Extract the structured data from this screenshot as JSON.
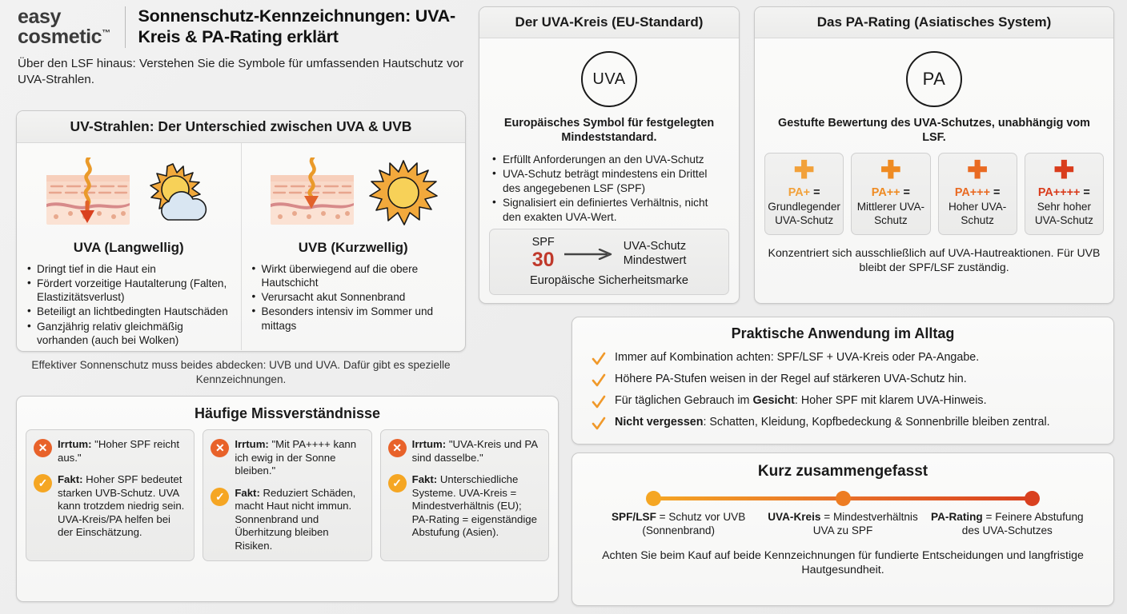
{
  "header": {
    "logo_line1": "easy",
    "logo_line2": "cosmetic",
    "logo_tm": "™",
    "title": "Sonnenschutz-Kennzeichnungen: UVA-Kreis & PA-Rating erklärt",
    "subtitle": "Über den LSF hinaus: Verstehen Sie die Symbole für umfassenden Hautschutz vor UVA-Strahlen."
  },
  "uv_panel": {
    "heading": "UV-Strahlen: Der Unterschied zwischen UVA & UVB",
    "columns": [
      {
        "name": "UVA (Langwellig)",
        "icons": [
          "skin-deep-penetration-icon",
          "sun-behind-cloud-icon"
        ],
        "bullets": [
          "Dringt tief in die Haut ein",
          "Fördert vorzeitige Hautalterung (Falten, Elastizitätsverlust)",
          "Beteiligt an lichtbedingten Hautschäden",
          "Ganzjährig relativ gleichmäßig vorhanden (auch bei Wolken)"
        ]
      },
      {
        "name": "UVB (Kurzwellig)",
        "icons": [
          "skin-surface-penetration-icon",
          "sun-icon"
        ],
        "bullets": [
          "Wirkt überwiegend auf die obere Hautschicht",
          "Verursacht akut Sonnenbrand",
          "Besonders intensiv im Sommer und mittags"
        ]
      }
    ],
    "note": "Effektiver Sonnenschutz muss beides abdecken: UVB und UVA. Dafür gibt es spezielle Kennzeichnungen."
  },
  "uva_kreis": {
    "heading": "Der UVA-Kreis (EU-Standard)",
    "symbol_text": "UVA",
    "subtitle": "Europäisches Symbol für festgelegten Mindeststandard.",
    "bullets": [
      "Erfüllt Anforderungen an den UVA-Schutz",
      "UVA-Schutz beträgt mindestens ein Drittel des angegebenen LSF (SPF)",
      "Signalisiert ein definiertes Verhältnis, nicht den exakten UVA-Wert."
    ],
    "spf_label": "SPF",
    "spf_value": "30",
    "arrow_target_line1": "UVA-Schutz",
    "arrow_target_line2": "Mindestwert",
    "footer": "Europäische Sicherheitsmarke"
  },
  "pa_rating": {
    "heading": "Das PA-Rating (Asiatisches System)",
    "symbol_text": "PA",
    "subtitle": "Gestufte Bewertung des UVA-Schutzes, unabhängig vom LSF.",
    "levels": [
      {
        "plus_icon": "plus-icon",
        "label": "PA+",
        "eq": " =",
        "desc": "Grundlegender UVA-Schutz",
        "color": "#f2a13a"
      },
      {
        "plus_icon": "plus-icon",
        "label": "PA++",
        "eq": " =",
        "desc": "Mittlerer UVA-Schutz",
        "color": "#ef8b22"
      },
      {
        "plus_icon": "plus-icon",
        "label": "PA+++",
        "eq": " =",
        "desc": "Hoher UVA-Schutz",
        "color": "#e96a22"
      },
      {
        "plus_icon": "plus-icon",
        "label": "PA++++",
        "eq": " =",
        "desc": "Sehr hoher UVA-Schutz",
        "color": "#d93c1c"
      }
    ],
    "footer": "Konzentriert sich ausschließlich auf UVA-Hautreaktionen. Für UVB bleibt der SPF/LSF zuständig."
  },
  "praxis": {
    "heading": "Praktische Anwendung im Alltag",
    "items": [
      {
        "icon": "check-icon",
        "bold": "",
        "text": "Immer auf Kombination achten: SPF/LSF + UVA-Kreis oder PA-Angabe."
      },
      {
        "icon": "check-icon",
        "bold": "",
        "text": "Höhere PA-Stufen weisen in der Regel auf stärkeren UVA-Schutz hin."
      },
      {
        "icon": "check-icon",
        "bold": "Gesicht",
        "text_before": "Für täglichen Gebrauch im ",
        "text_after": ": Hoher SPF mit klarem UVA-Hinweis."
      },
      {
        "icon": "check-icon",
        "bold": "Nicht vergessen",
        "text_before": "",
        "text_after": ": Schatten, Kleidung, Kopfbedeckung & Sonnenbrille bleiben zentral."
      }
    ]
  },
  "kurz": {
    "heading": "Kurz zusammengefasst",
    "nodes": [
      {
        "bold": "SPF/LSF",
        "rest": " = Schutz vor UVB (Sonnenbrand)",
        "color": "#f5a623"
      },
      {
        "bold": "UVA-Kreis",
        "rest": " = Mindestverhältnis UVA zu SPF",
        "color": "#ed7c22"
      },
      {
        "bold": "PA-Rating",
        "rest": " = Feinere Abstufung des UVA-Schutzes",
        "color": "#d9401f"
      }
    ],
    "footer": "Achten Sie beim Kauf auf beide Kennzeichnungen für fundierte Entscheidungen und langfristige Hautgesundheit."
  },
  "myths": {
    "heading": "Häufige Missverständnisse",
    "cards": [
      {
        "error_label": "Irrtum:",
        "error_text": " \"Hoher SPF reicht aus.\"",
        "fact_label": "Fakt:",
        "fact_text": " Hoher SPF bedeutet starken UVB-Schutz. UVA kann trotzdem niedrig sein. UVA-Kreis/PA helfen bei der Einschätzung."
      },
      {
        "error_label": "Irrtum:",
        "error_text": " \"Mit PA++++ kann ich ewig in der Sonne bleiben.\"",
        "fact_label": "Fakt:",
        "fact_text": " Reduziert Schäden, macht Haut nicht immun. Sonnenbrand und Überhitzung bleiben Risiken."
      },
      {
        "error_label": "Irrtum:",
        "error_text": " \"UVA-Kreis und PA sind dasselbe.\"",
        "fact_label": "Fakt:",
        "fact_text": " Unterschiedliche Systeme. UVA-Kreis = Mindestverhältnis (EU); PA-Rating = eigenständige Abstufung (Asien)."
      }
    ]
  },
  "colors": {
    "accent_orange": "#f5a623",
    "accent_deep_orange": "#e8702a",
    "accent_red": "#d9401f",
    "spf_red": "#c0392b",
    "text": "#1a1a1a"
  }
}
